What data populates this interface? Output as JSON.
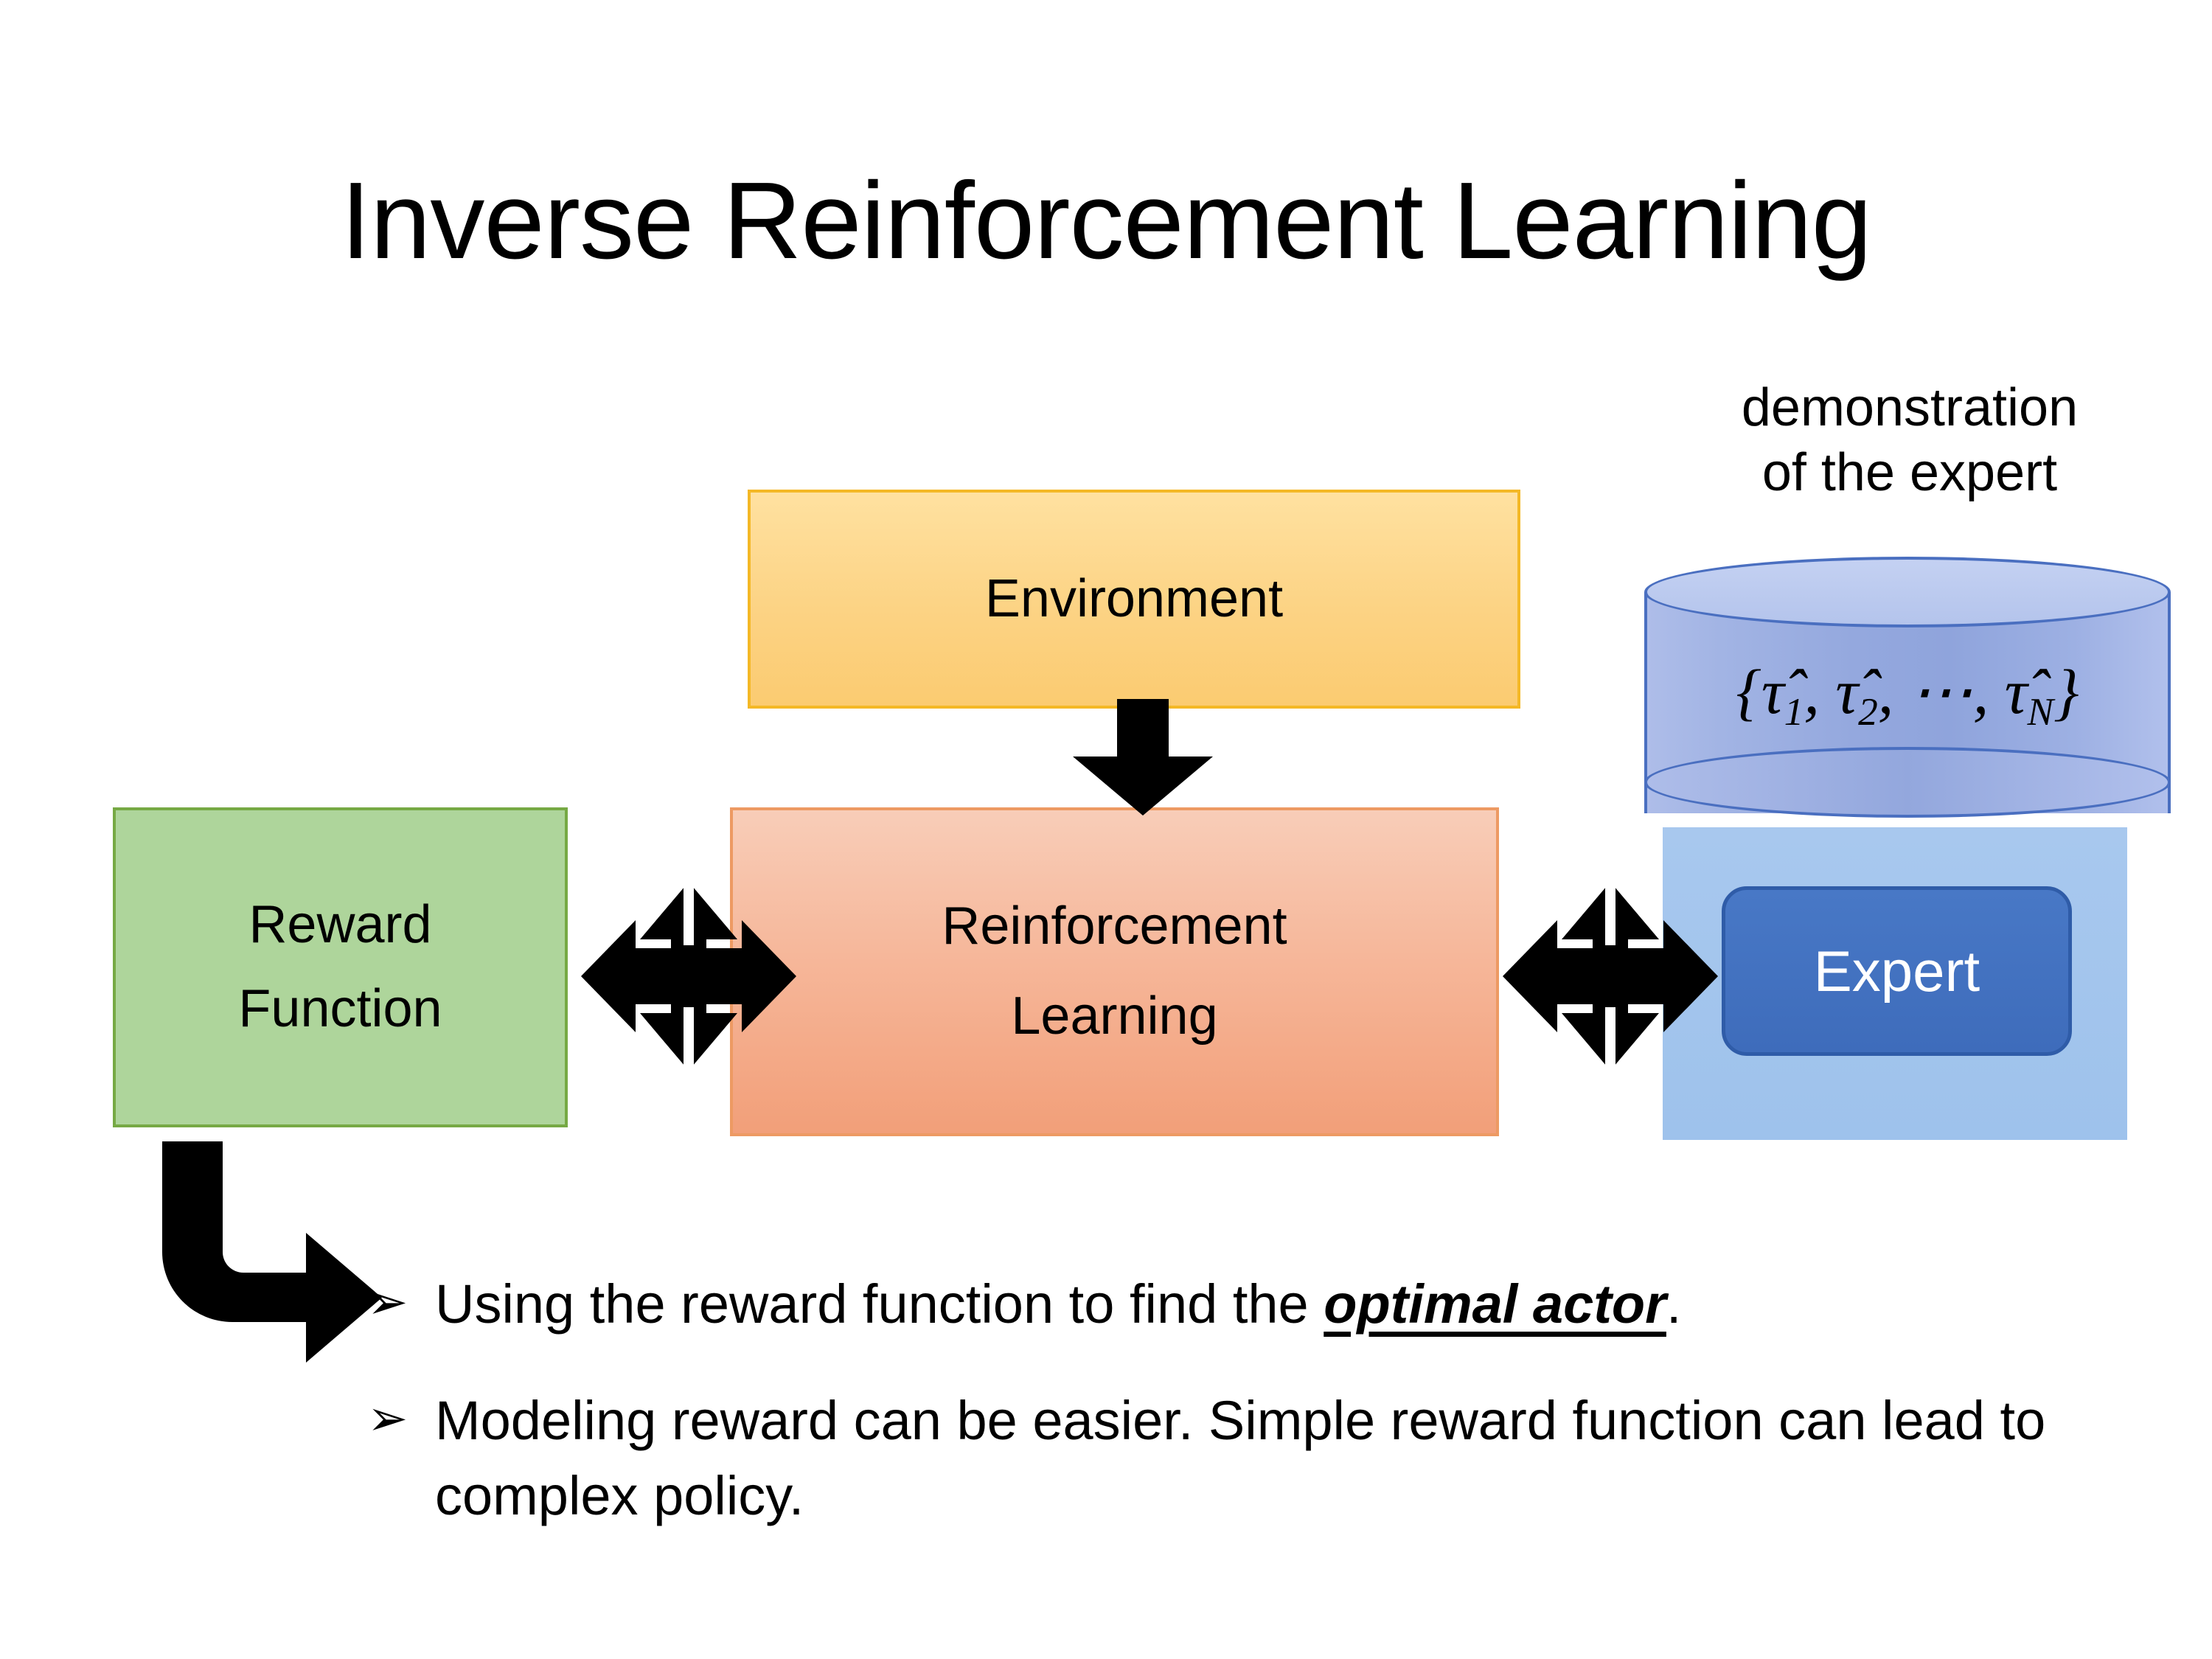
{
  "slide": {
    "title": "Inverse Reinforcement Learning",
    "background_color": "#ffffff"
  },
  "diagram": {
    "environment_box": {
      "label": "Environment",
      "fill_color": "#fbd384",
      "border_color": "#f4b826"
    },
    "rl_box": {
      "line1": "Reinforcement",
      "line2": "Learning",
      "fill_color": "#f4ab8c",
      "border_color": "#ed9a63"
    },
    "reward_box": {
      "line1": "Reward",
      "line2": "Function",
      "fill_color": "#aed59b",
      "border_color": "#76a944"
    },
    "demonstration_caption": {
      "line1": "demonstration",
      "line2": "of the expert"
    },
    "database_cylinder": {
      "set_open": "{",
      "tau1": "τ̂",
      "sub1": "1",
      "sep1": ", ",
      "tau2": "τ̂",
      "sub2": "2",
      "sep2": ", ⋯, ",
      "tauN": "τ̂",
      "subN": "N",
      "set_close": "}",
      "fill_color": "#97abdf",
      "border_color": "#4a6fc0"
    },
    "expert_panel": {
      "label": "Expert",
      "panel_color": "#a2c4ed",
      "chip_color": "#4070c2",
      "chip_text_color": "#ffffff"
    },
    "arrows": {
      "env_to_rl": "arrow-down-icon",
      "reward_to_rl": "arrow-left-right-up-down-icon",
      "rl_to_expert": "arrow-left-right-up-down-icon",
      "reward_to_bullet": "bent-arrow-icon",
      "color": "#000000"
    }
  },
  "bullets": [
    {
      "marker": "➢",
      "text_before": "Using the reward function to find the ",
      "emphasis": "optimal actor",
      "text_after": "."
    },
    {
      "marker": "➢",
      "text_before": "Modeling reward can be easier. Simple reward function can lead to complex policy.",
      "emphasis": "",
      "text_after": ""
    }
  ]
}
